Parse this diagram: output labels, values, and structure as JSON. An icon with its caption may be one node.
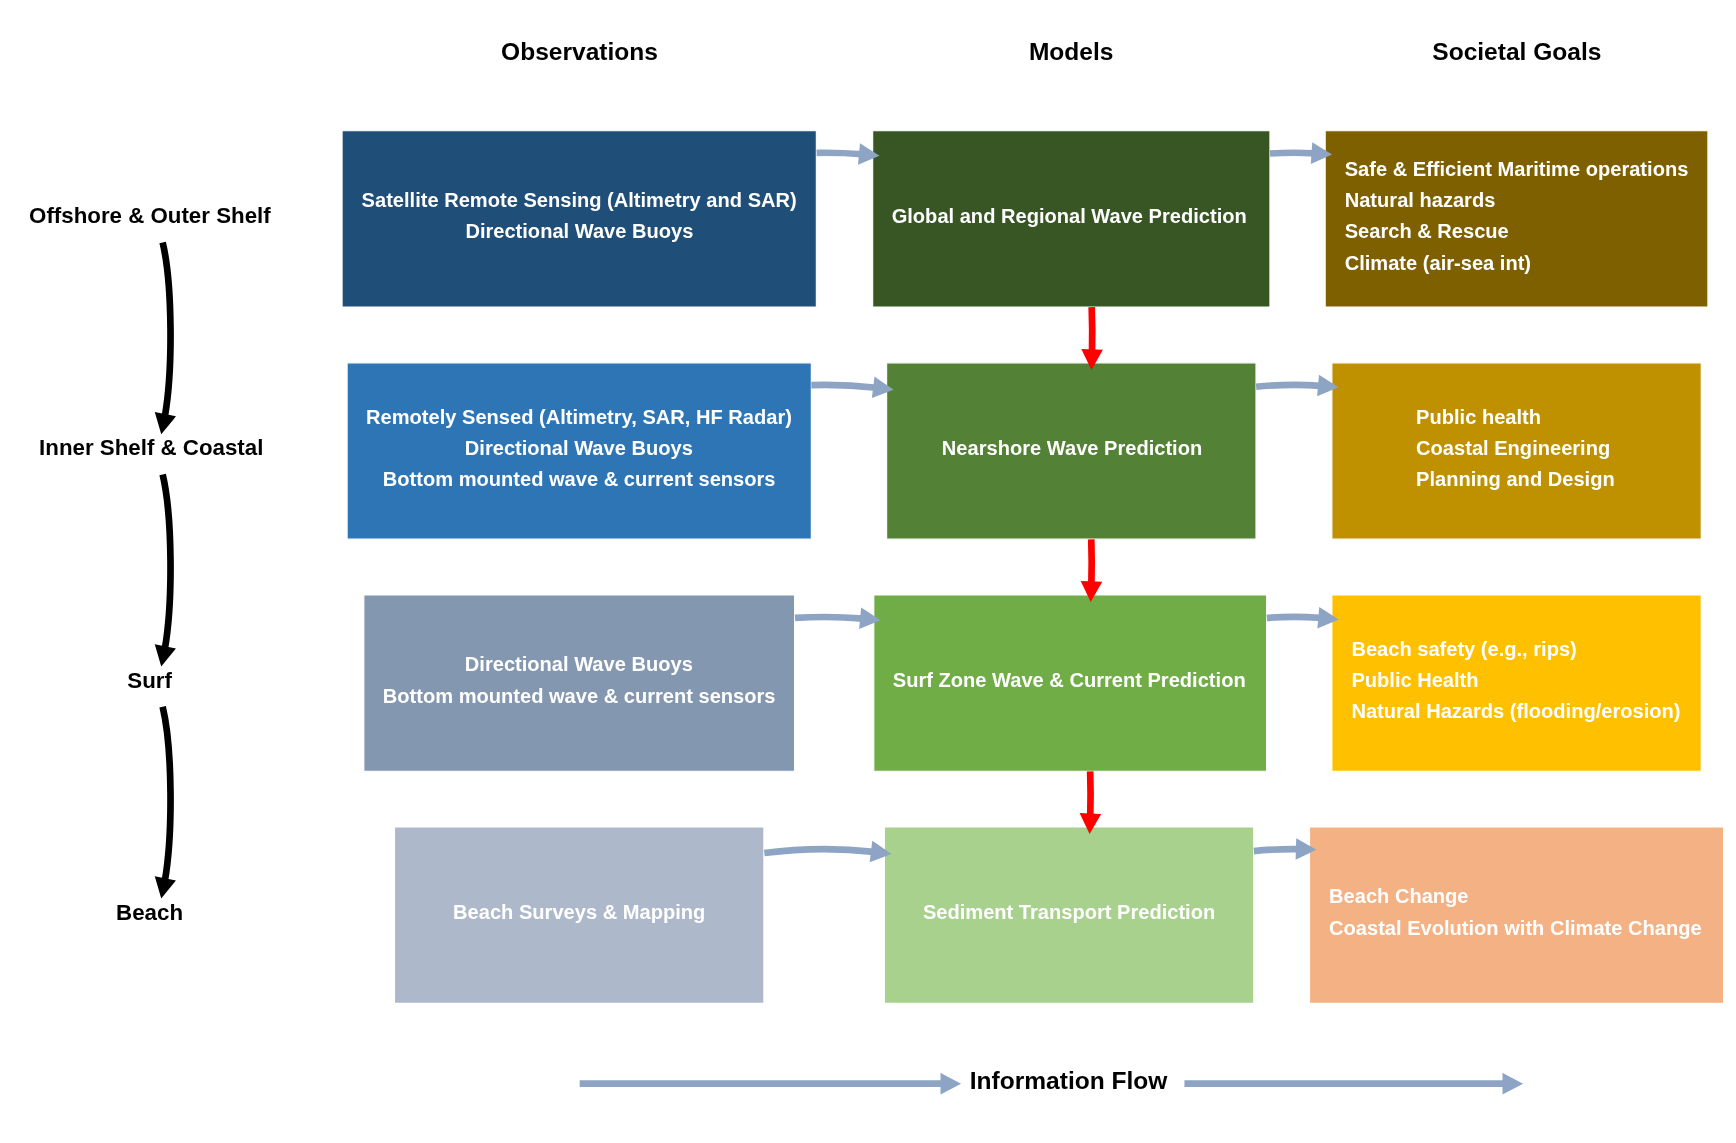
{
  "diagram": {
    "nodes": [
      {
        "text": [
          "Offshore & Outer Shelf"
        ]
      },
      {
        "text": [
          "Inner Shelf & Coastal"
        ]
      },
      {
        "text": [
          "Surf"
        ]
      },
      {
        "text": [
          "Beach"
        ]
      },
      {
        "text": [
          "Satellite Remote Sensing (Altimetry and SAR)",
          "Directional Wave Buoys"
        ]
      },
      {
        "text": [
          "Global and Regional Wave Prediction"
        ]
      },
      {
        "text": [
          "Safe & Efficient Maritime operations",
          "Natural hazards",
          "Search & Rescue",
          "Climate (air-sea int)"
        ]
      },
      {
        "text": [
          "Remotely Sensed (Altimetry, SAR, HF Radar)",
          "Directional Wave Buoys",
          "Bottom mounted wave & current sensors"
        ]
      },
      {
        "text": [
          "Nearshore Wave Prediction"
        ]
      },
      {
        "text": [
          "Public health",
          "Coastal Engineering",
          "Planning and Design"
        ]
      },
      {
        "text": [
          "Directional Wave Buoys",
          "Bottom mounted wave & current sensors"
        ]
      },
      {
        "text": [
          "Surf Zone Wave & Current Prediction"
        ]
      },
      {
        "text": [
          "Beach safety (e.g., rips)",
          "Public Health",
          "Natural Hazards (flooding/erosion)"
        ]
      },
      {
        "text": [
          "Beach Surveys & Mapping"
        ]
      },
      {
        "text": [
          "Sediment Transport Prediction"
        ]
      },
      {
        "text": [
          "Beach Change",
          "Coastal Evolution with Climate Change"
        ]
      },
      {
        "text": [
          "Information Flow"
        ]
      }
    ],
    "edges": [
      {
        "from": 0,
        "to": 1,
        "arrow": "to",
        "color": "#000000"
      },
      {
        "from": 1,
        "to": 2,
        "arrow": "to",
        "color": "#000000"
      },
      {
        "from": 2,
        "to": 3,
        "arrow": "to",
        "color": "#000000"
      },
      {
        "from": 4,
        "to": 5,
        "arrow": "to"
      },
      {
        "from": 5,
        "to": 6,
        "arrow": "to"
      },
      {
        "from": 7,
        "to": 8,
        "arrow": "to"
      },
      {
        "from": 8,
        "to": 9,
        "arrow": "to"
      },
      {
        "from": 10,
        "to": 11,
        "arrow": "to"
      },
      {
        "from": 11,
        "to": 12,
        "arrow": "to"
      },
      {
        "from": 13,
        "to": 14,
        "arrow": "to"
      },
      {
        "from": 14,
        "to": 15,
        "arrow": "to"
      },
      {
        "from": 5,
        "to": 8,
        "arrow": "to",
        "color": "#ff0000"
      },
      {
        "from": 8,
        "to": 11,
        "arrow": "to",
        "color": "#ff0000"
      },
      {
        "from": 11,
        "to": 14,
        "arrow": "to",
        "color": "#ff0000"
      },
      {
        "from": null,
        "to": 16,
        "arrow": "to"
      },
      {
        "from": 16,
        "to": null,
        "arrow": "to"
      }
    ],
    "labels": [
      "Observations",
      "Models",
      "Societal Goals"
    ]
  }
}
